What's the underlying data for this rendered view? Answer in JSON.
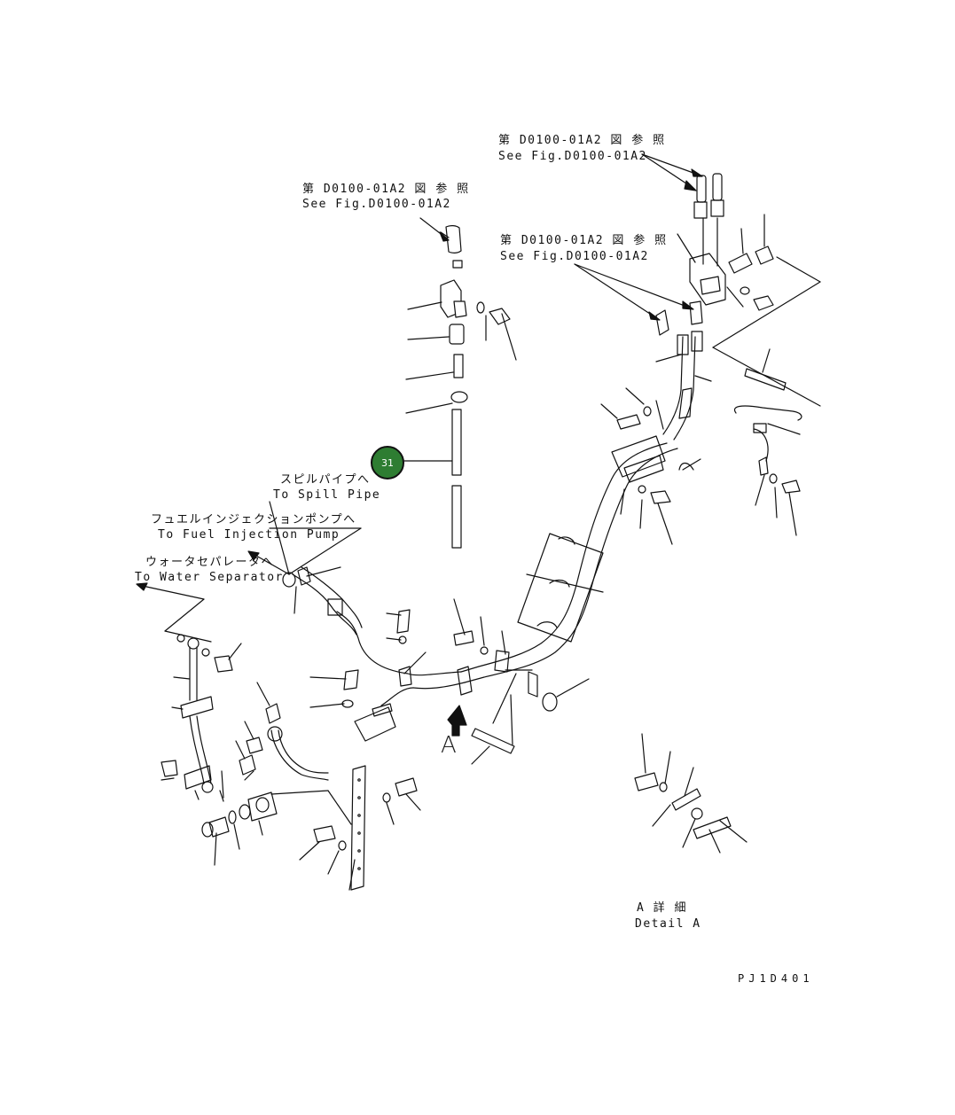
{
  "refs": {
    "ref_a": {
      "jp": "第 D0100-01A2 図 参 照",
      "en": "See Fig.D0100-01A2"
    },
    "ref_b": {
      "jp": "第 D0100-01A2 図 参 照",
      "en": "See Fig.D0100-01A2"
    },
    "ref_c": {
      "jp": "第 D0100-01A2 図 参 照",
      "en": "See Fig.D0100-01A2"
    }
  },
  "destinations": {
    "spill": {
      "jp": "スピルパイプへ",
      "en": "To Spill Pipe"
    },
    "injection": {
      "jp": "フュエルインジェクションポンプへ",
      "en": "To Fuel Injection Pump"
    },
    "separator": {
      "jp": "ウォータセパレータへ",
      "en": "To Water Separator"
    }
  },
  "callout": {
    "number": "31",
    "color": "#2e7d32"
  },
  "view_marker": {
    "letter": "A"
  },
  "detail": {
    "jp": "A 詳 細",
    "en": "Detail A"
  },
  "figure_code": "PJ1D401"
}
